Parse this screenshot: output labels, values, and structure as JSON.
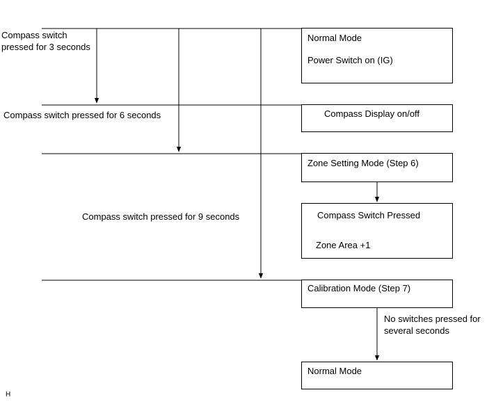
{
  "left_labels": {
    "three_sec": "Compass switch\npressed for 3 seconds",
    "six_sec": "Compass switch pressed for 6 seconds",
    "nine_sec": "Compass switch pressed for 9 seconds"
  },
  "boxes": {
    "normal_mode_top": {
      "title": "Normal Mode",
      "subtitle": "Power Switch on (IG)"
    },
    "compass_display": {
      "title": "Compass Display on/off"
    },
    "zone_setting": {
      "title": "Zone Setting Mode (Step 6)"
    },
    "compass_pressed": {
      "title": "Compass Switch Pressed",
      "subtitle": "Zone Area +1"
    },
    "calibration": {
      "title": "Calibration Mode (Step 7)"
    },
    "normal_mode_bottom": {
      "title": "Normal Mode"
    }
  },
  "arrow_label": "No switches pressed for\nseveral seconds",
  "corner_mark": "H"
}
